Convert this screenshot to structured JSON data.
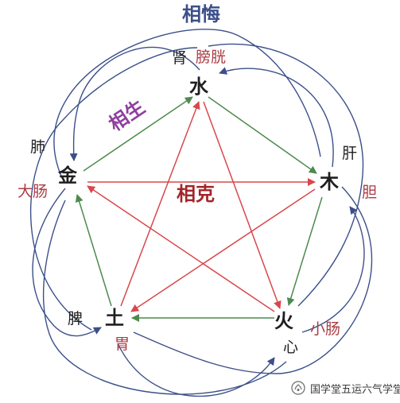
{
  "labels": {
    "xiangwu": "相悔",
    "xiangsheng": "相生",
    "xiangke": "相克"
  },
  "elements": {
    "water": "水",
    "wood": "木",
    "fire": "火",
    "earth": "土",
    "metal": "金"
  },
  "organs": {
    "kidney": "肾",
    "bladder": "膀胱",
    "liver": "肝",
    "gallbladder": "胆",
    "heart": "心",
    "small_intestine": "小肠",
    "spleen": "脾",
    "stomach": "胃",
    "lung": "肺",
    "large_intestine": "大肠"
  },
  "watermark": {
    "text": "国学堂五运六气学堂",
    "icon": "wechat-channel-icon"
  },
  "colors": {
    "wu_blue": "#3c4f8a",
    "sheng_green": "#4d8a4e",
    "ke_red": "#d8484c",
    "sheng_purple": "#8f3f9f",
    "ke_label": "#a4242a",
    "yang_red": "#ab3c43"
  }
}
